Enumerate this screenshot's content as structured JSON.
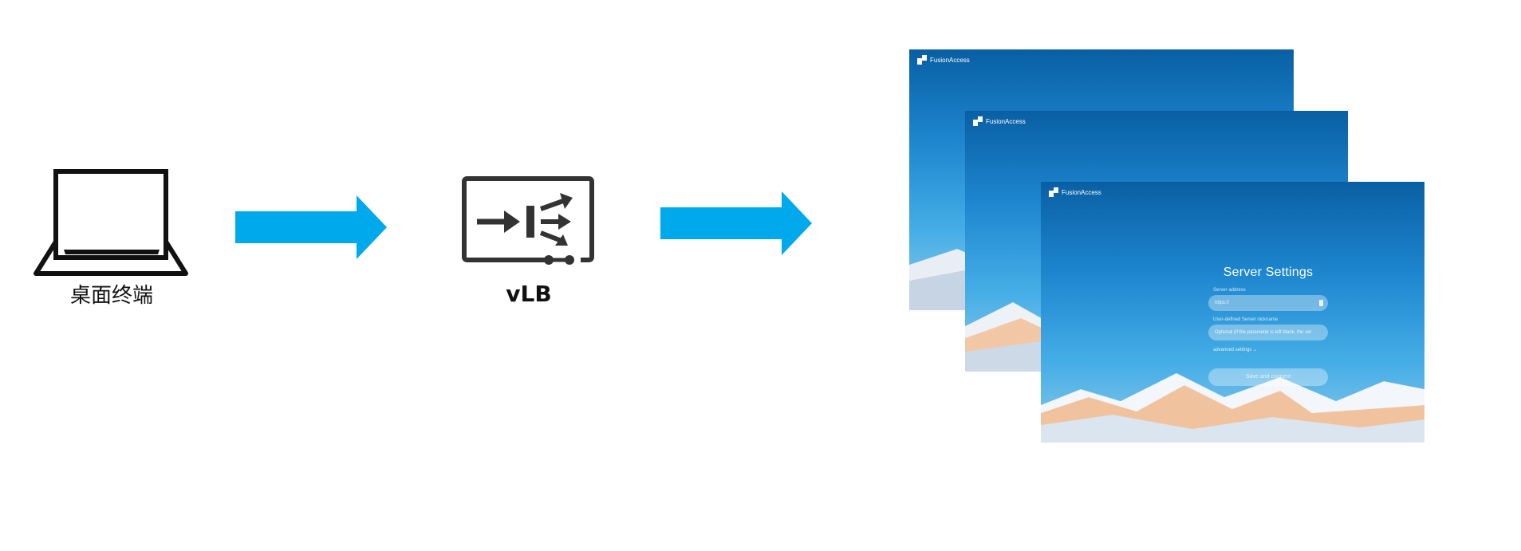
{
  "nodes": {
    "terminal": {
      "label": "桌面终端"
    },
    "vlb": {
      "label": "vLB"
    }
  },
  "colors": {
    "arrow": "#00a9ec",
    "icon_stroke": "#111111",
    "vlb_stroke": "#333333"
  },
  "icons": {
    "terminal": "laptop-icon",
    "vlb": "load-balancer-icon"
  },
  "servers": {
    "brand": "FusionAccess",
    "form": {
      "title": "Server Settings",
      "address_label": "Server address",
      "address_value": "https://",
      "nickname_label": "User-defined Server nickname",
      "nickname_placeholder": "Optional (if the parameter is left blank, the ser",
      "advanced": "advanced settings ⌄",
      "save_button": "Save and connect"
    }
  }
}
